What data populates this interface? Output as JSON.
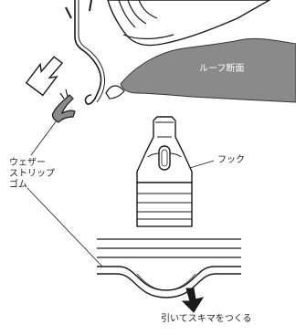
{
  "labels": {
    "roof_section": "ルーフ断面",
    "hook": "フック",
    "weather_strip_line1": "ウェザー",
    "weather_strip_line2": "ストリップ",
    "weather_strip_line3": "ゴム",
    "make_gap": "引いてスキマをつくる"
  },
  "colors": {
    "roof_gray": "#8a8a8a",
    "line": "#1a1a1a",
    "fill_light": "#f2f2f2"
  }
}
